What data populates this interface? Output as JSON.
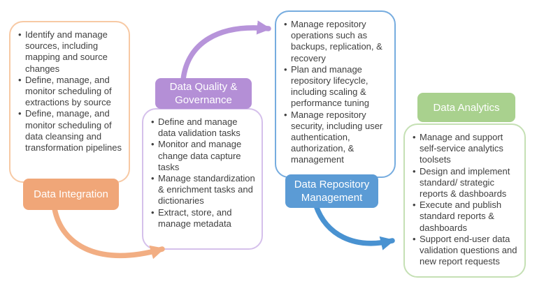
{
  "canvas": {
    "background": "#ffffff",
    "text_color": "#404040",
    "label_text_color": "#ffffff"
  },
  "stages": [
    {
      "label": "Data Integration",
      "fill": "#F0A678",
      "border": "#F7C9A4",
      "arrow": "#F2AE83",
      "items": [
        "Identify and manage sources, including mapping and source changes",
        "Define, manage, and monitor scheduling of extractions by source",
        "Define, manage, and monitor scheduling of data cleansing and transformation pipelines"
      ]
    },
    {
      "label": "Data Quality & Governance",
      "fill": "#B48FD6",
      "border": "#D5C0EB",
      "arrow": "#B794DA",
      "items": [
        "Define and manage data validation tasks",
        "Monitor and manage change data capture tasks",
        "Manage standardization & enrichment tasks and dictionaries",
        "Extract, store, and manage metadata"
      ]
    },
    {
      "label": "Data Repository Management",
      "fill": "#5B9BD5",
      "border": "#76ACDF",
      "arrow": "#4992D1",
      "items": [
        "Manage repository operations such as backups, replication, & recovery",
        "Plan and manage repository lifecycle, including scaling & performance tuning",
        "Manage repository security, including user authentication, authorization,  & management"
      ]
    },
    {
      "label": "Data Analytics",
      "fill": "#A9D18E",
      "border": "#C5E0B4",
      "items": [
        "Manage and support self-service analytics toolsets",
        "Design and implement standard/ strategic reports & dashboards",
        "Execute and publish standard reports & dashboards",
        "Support end-user data validation questions and new report requests"
      ]
    }
  ]
}
